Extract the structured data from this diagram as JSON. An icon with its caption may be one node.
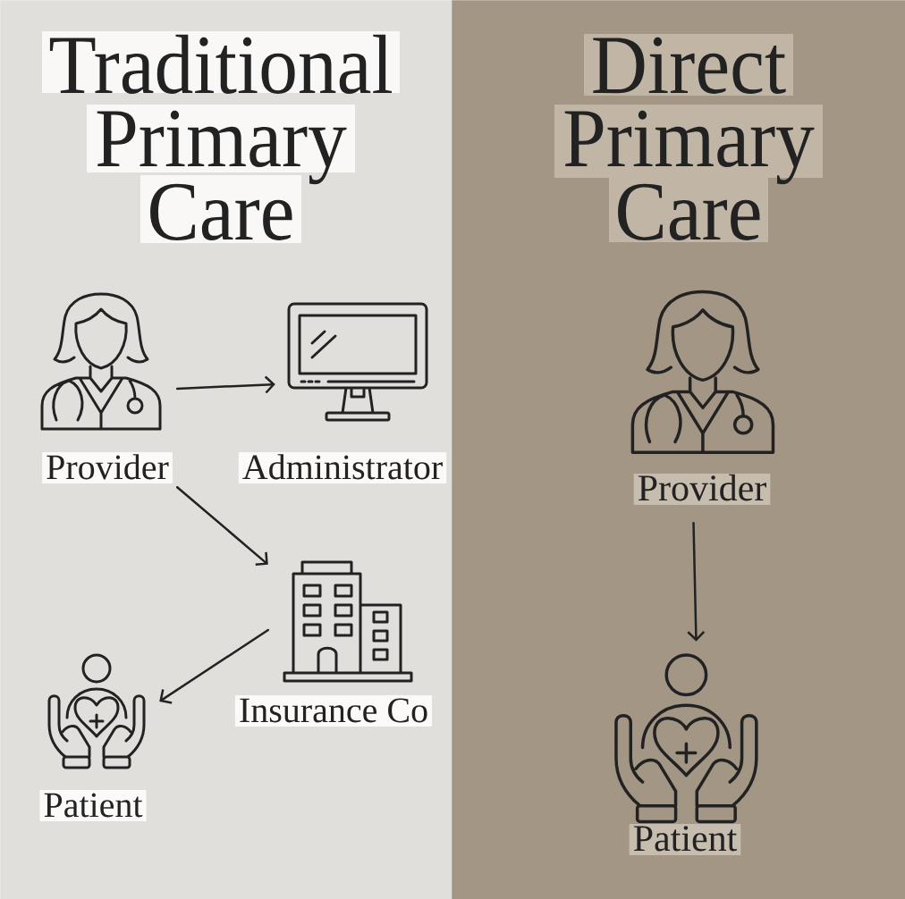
{
  "diagram": {
    "nodes": [
      {
        "text": [
          "Traditional Primary Care"
        ]
      },
      {
        "text": [
          "Provider"
        ],
        "in": 0
      },
      {
        "text": [
          "Administrator"
        ],
        "in": 0
      },
      {
        "text": [
          "Insurance Co"
        ],
        "in": 0
      },
      {
        "text": [
          "Patient"
        ],
        "in": 0
      },
      {
        "text": [
          "Direct Primary Care"
        ]
      },
      {
        "text": [
          "Provider"
        ],
        "in": 5
      },
      {
        "text": [
          "Patient"
        ],
        "in": 5
      }
    ],
    "edges": [
      {
        "from": 1,
        "to": 2,
        "arrow": "to"
      },
      {
        "from": 1,
        "to": 3,
        "arrow": "to"
      },
      {
        "from": 3,
        "to": 4,
        "arrow": "to"
      },
      {
        "from": 6,
        "to": 7,
        "arrow": "to"
      }
    ]
  }
}
